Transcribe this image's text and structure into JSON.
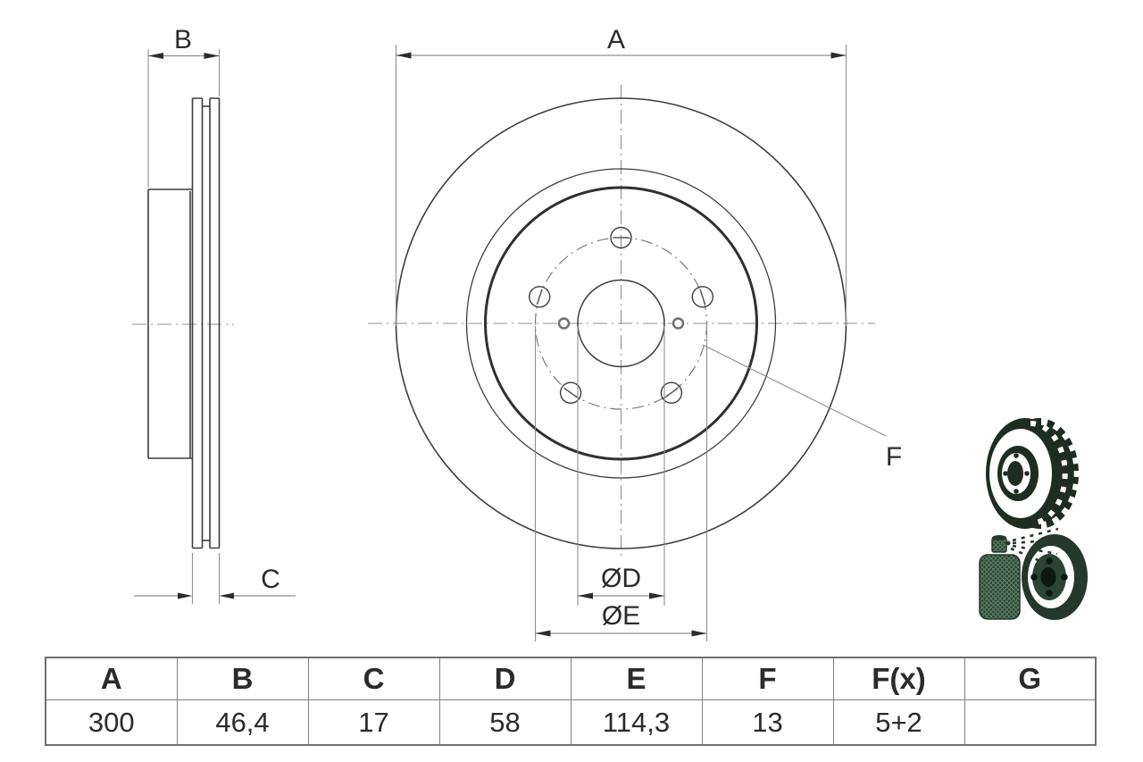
{
  "title": "Brake disc technical drawing",
  "drawing": {
    "labels": {
      "overall_diameter": "A",
      "total_height": "B",
      "thickness": "C",
      "center_bore": "ØD",
      "bolt_circle": "ØE",
      "hole_ref": "F"
    },
    "features": {
      "bolt_holes": 5,
      "alignment_holes": 2
    }
  },
  "icons": [
    {
      "name": "vented-disc-3d-icon"
    },
    {
      "name": "spray-coated-disc-icon"
    }
  ],
  "table": {
    "headers": [
      "A",
      "B",
      "C",
      "D",
      "E",
      "F",
      "F(x)",
      "G"
    ],
    "values": [
      "300",
      "46,4",
      "17",
      "58",
      "114,3",
      "13",
      "5+2",
      ""
    ]
  },
  "colors": {
    "background": "#ffffff",
    "object_line": "#3d3d3d",
    "thick_line": "#303030",
    "dimension_line": "#8f8f8f",
    "arrow": "#2d2d2d",
    "centerline": "#8f8f8f",
    "icon_dark_green": "#24382b",
    "icon_hole": "#0d1811",
    "table_border": "#808080",
    "text": "#2b2b2b"
  }
}
